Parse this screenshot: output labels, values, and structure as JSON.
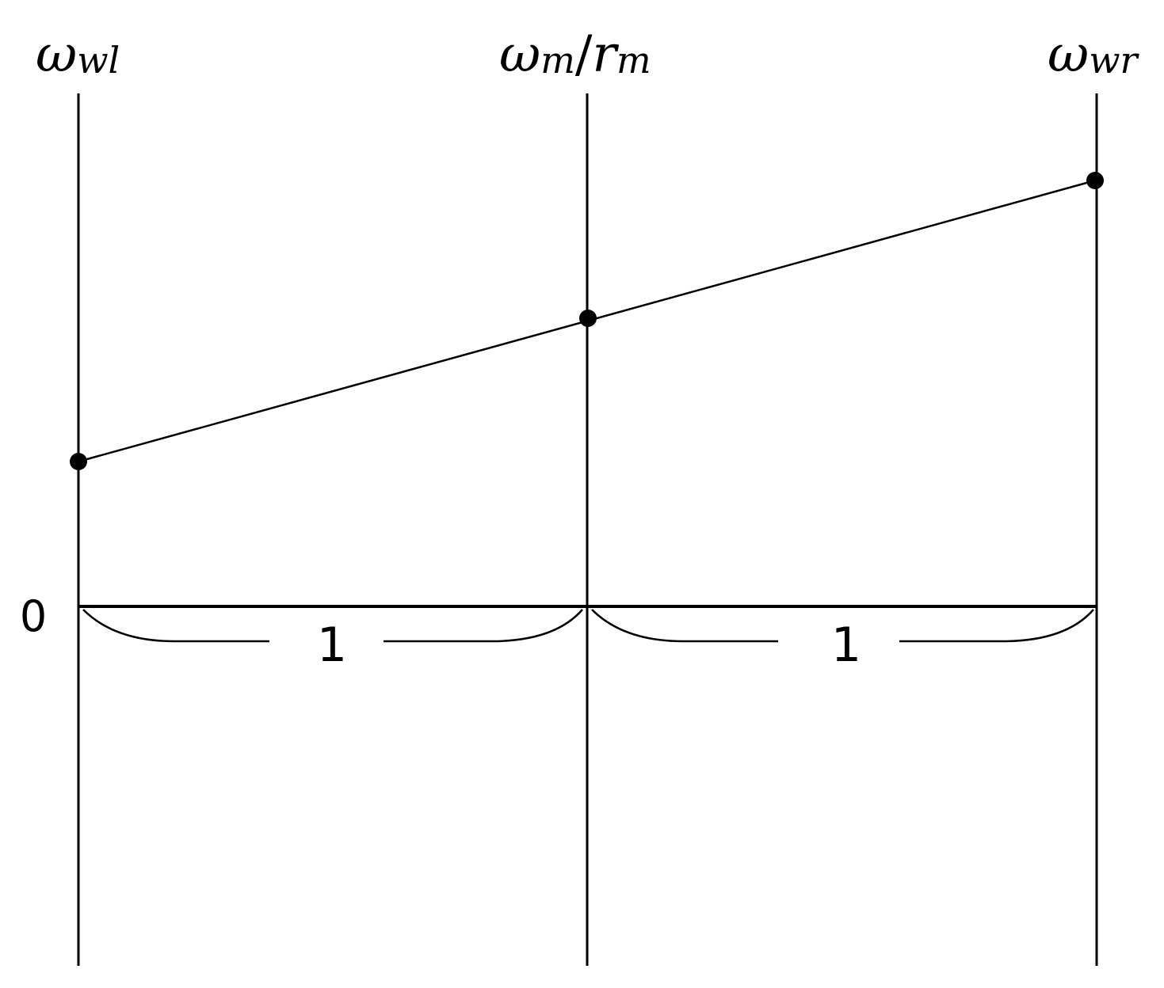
{
  "axes": {
    "left": {
      "symbol": "ω",
      "subscript": "wl"
    },
    "middle": {
      "symbol": "ω",
      "subscript": "m",
      "slash": "/",
      "symbol2": "r",
      "subscript2": "m"
    },
    "right": {
      "symbol": "ω",
      "subscript": "wr"
    }
  },
  "zero_label": "0",
  "span_labels": [
    "1",
    "1"
  ],
  "colors": {
    "line": "#000000",
    "background": "#ffffff"
  }
}
